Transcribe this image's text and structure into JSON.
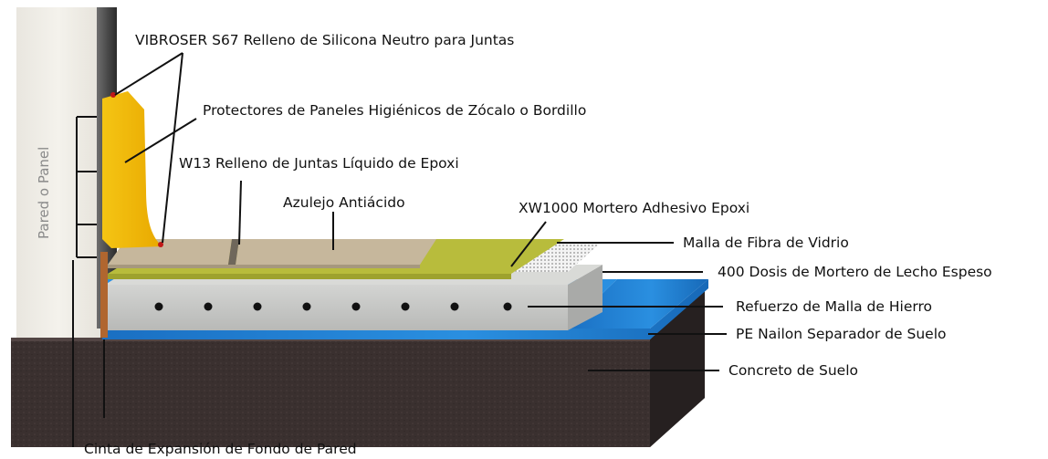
{
  "wall_label": "Pared o Panel",
  "labels": {
    "silicone": "VIBROSER S67 Relleno de Silicona Neutro para Juntas",
    "protectors": "Protectores de Paneles Higiénicos de Zócalo o Bordillo",
    "w13": "W13 Relleno de Juntas Líquido de Epoxi",
    "tile": "Azulejo Antiácido",
    "xw1000": "XW1000 Mortero Adhesivo Epoxi",
    "mesh": "Malla de Fibra de Vidrio",
    "mortar": "400 Dosis de Mortero de Lecho Espeso",
    "iron": "Refuerzo de Malla de Hierro",
    "pe": "PE Nailon Separador de Suelo",
    "concrete": "Concreto de Suelo",
    "tape": "Cinta de Expansión de Fondo de Pared"
  },
  "colors": {
    "wall": "#eeece6",
    "concrete": "#3b3130",
    "pe_blue": "#1f7fd0",
    "mortar": "#c9cac8",
    "adhesive": "#b8bc3c",
    "tile": "#c6b79c",
    "protector": "#f2bb05",
    "mesh": "#dcdcdc"
  }
}
